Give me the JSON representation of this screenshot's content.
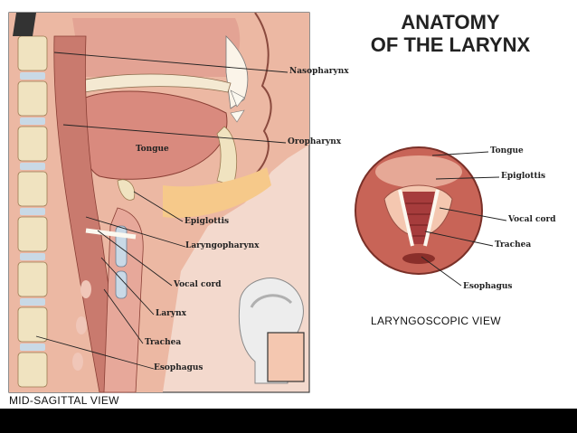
{
  "title": {
    "line1": "ANATOMY",
    "line2": "OF THE LARYNX"
  },
  "views": {
    "mid_sagittal": "MID-SAGITTAL VIEW",
    "laryngoscopic": "LARYNGOSCOPIC VIEW"
  },
  "sagittal_labels": {
    "nasopharynx": "Nasopharynx",
    "oropharynx": "Oropharynx",
    "tongue": "Tongue",
    "epiglottis": "Epiglottis",
    "laryngopharynx": "Laryngopharynx",
    "vocal_cord": "Vocal cord",
    "larynx": "Larynx",
    "trachea": "Trachea",
    "esophagus": "Esophagus"
  },
  "scope_labels": {
    "tongue": "Tongue",
    "epiglottis": "Epiglottis",
    "vocal_cord": "Vocal cord",
    "trachea": "Trachea",
    "esophagus": "Esophagus"
  },
  "colors": {
    "tissue": "#d98a7e",
    "tissue_dark": "#b5524a",
    "soft": "#f4c7b0",
    "fat": "#f6c98a",
    "bone": "#f0e3c0",
    "cartilage": "#c9d9e6",
    "outline": "#3a3a3a"
  }
}
